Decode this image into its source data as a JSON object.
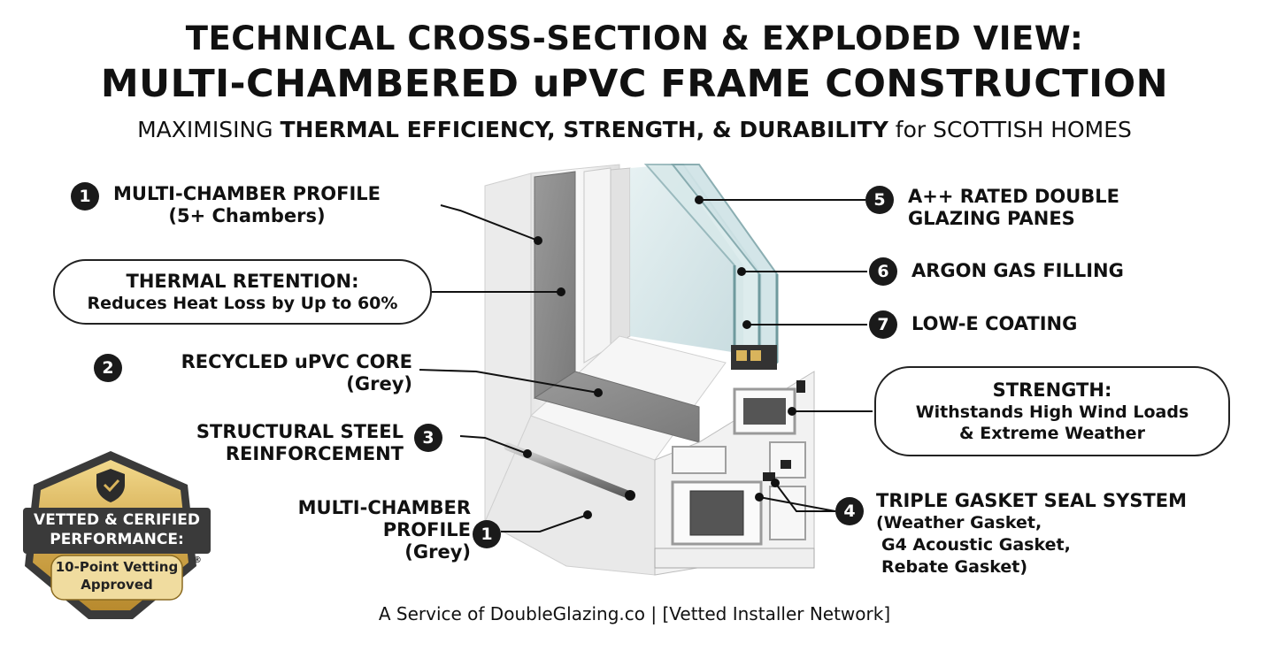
{
  "title": {
    "line1": "TECHNICAL CROSS-SECTION & EXPLODED VIEW:",
    "line2": "MULTI-CHAMBERED uPVC FRAME CONSTRUCTION"
  },
  "subtitle": {
    "p1": "MAXIMISING ",
    "b1": "THERMAL EFFICIENCY, STRENGTH, & DURABILITY",
    "p2": " for SCOTTISH HOMES"
  },
  "callouts": {
    "c1_top": {
      "num": "1",
      "line1": "MULTI-CHAMBER PROFILE",
      "line2": "(5+ Chambers)"
    },
    "c2": {
      "num": "2",
      "line1": "RECYCLED uPVC CORE",
      "line2": "(Grey)"
    },
    "c3": {
      "num": "3",
      "line1": "STRUCTURAL STEEL",
      "line2": "REINFORCEMENT"
    },
    "c1_bottom": {
      "num": "1",
      "line1": "MULTI-CHAMBER",
      "line2": "PROFILE",
      "line3": "(Grey)"
    },
    "c5": {
      "num": "5",
      "line1": "A++ RATED DOUBLE",
      "line2": "GLAZING PANES"
    },
    "c6": {
      "num": "6",
      "line1": "ARGON GAS FILLING"
    },
    "c7": {
      "num": "7",
      "line1": "LOW-E COATING"
    },
    "c4": {
      "num": "4",
      "line1": "TRIPLE GASKET SEAL SYSTEM",
      "line2": "(Weather Gasket,",
      "line3": "G4 Acoustic Gasket,",
      "line4": "Rebate Gasket)"
    }
  },
  "pills": {
    "thermal": {
      "heading": "THERMAL RETENTION:",
      "body": "Reduces Heat Loss by Up to 60%"
    },
    "strength": {
      "heading": "STRENGTH:",
      "body1": "Withstands High Wind Loads",
      "body2": "& Extreme Weather"
    }
  },
  "seal": {
    "icon": "shield-check-icon",
    "line1": "VETTED & CERIFIED",
    "line2": "PERFORMANCE:",
    "line3": "10-Point Vetting",
    "line4": "Approved",
    "mark": "®"
  },
  "footer": "A Service of DoubleGlazing.co | [Vetted Installer Network]",
  "colors": {
    "frame_white": "#f1f1f1",
    "core_grey": "#8a8a8a",
    "glass": "#cfe3e6",
    "badge_gold": "#d9b45c",
    "badge_dark": "#3a3a3a"
  }
}
